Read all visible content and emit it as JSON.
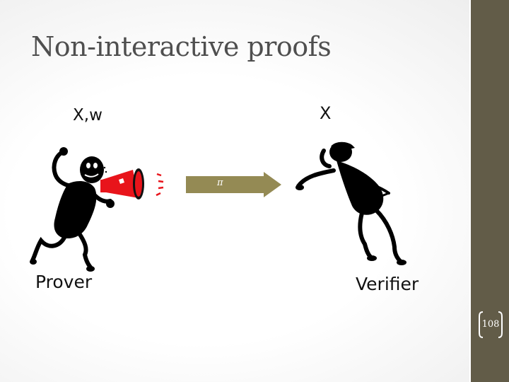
{
  "slide": {
    "title": "Non-interactive proofs",
    "prover_input": "X,w",
    "verifier_input": "X",
    "prover_label": "Prover",
    "verifier_label": "Verifier",
    "arrow_label": "π",
    "page_number": "108"
  },
  "colors": {
    "sidebar": "#625c48",
    "arrow_fill": "#948a54",
    "megaphone": "#e8141b",
    "title_text": "#4f4f4f"
  },
  "icons": {
    "prover": "person-with-megaphone-icon",
    "verifier": "person-listening-icon",
    "message": "right-arrow-icon"
  }
}
